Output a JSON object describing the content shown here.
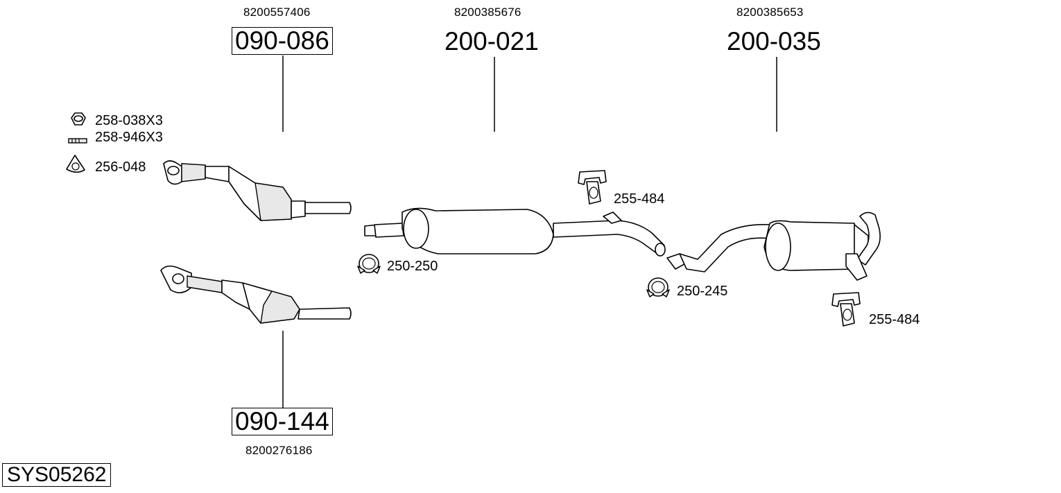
{
  "system_id": "SYS05262",
  "parts": {
    "cat_upper": {
      "code": "090-086",
      "oem": "8200557406"
    },
    "cat_lower": {
      "code": "090-144",
      "oem": "8200276186"
    },
    "middle_silencer": {
      "code": "200-021",
      "oem": "8200385676"
    },
    "rear_silencer": {
      "code": "200-035",
      "oem": "8200385653"
    }
  },
  "accessories": {
    "nut": "258-038X3",
    "bolt": "258-946X3",
    "gasket": "256-048",
    "clamp_front": "250-250",
    "clamp_rear": "250-245",
    "hanger_mid": "255-484",
    "hanger_rear": "255-484"
  }
}
